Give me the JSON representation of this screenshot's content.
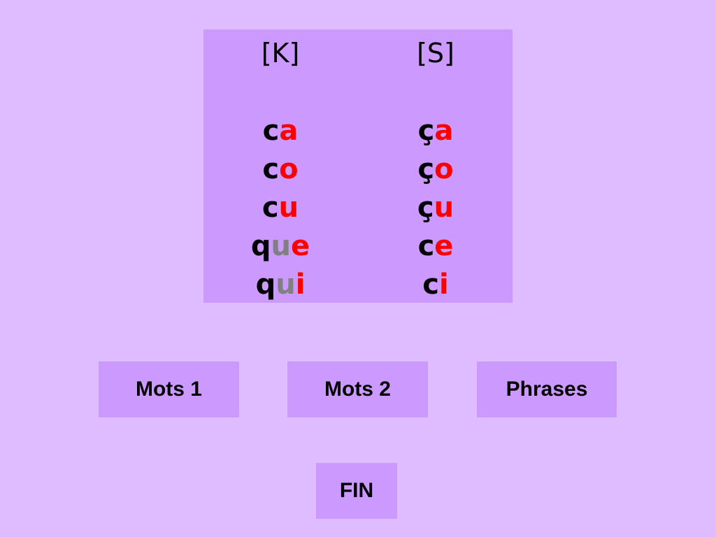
{
  "colors": {
    "background": "#dfbbff",
    "panel": "#cc99ff",
    "consonant": "#000000",
    "vowel": "#ff0000",
    "silent_u": "#808080"
  },
  "table": {
    "k_header": "[K]",
    "s_header": "[S]",
    "k_rows": [
      [
        {
          "t": "c",
          "color": "#000000"
        },
        {
          "t": "a",
          "color": "#ff0000"
        }
      ],
      [
        {
          "t": "c",
          "color": "#000000"
        },
        {
          "t": "o",
          "color": "#ff0000"
        }
      ],
      [
        {
          "t": "c",
          "color": "#000000"
        },
        {
          "t": "u",
          "color": "#ff0000"
        }
      ],
      [
        {
          "t": "q",
          "color": "#000000"
        },
        {
          "t": "u",
          "color": "#808080"
        },
        {
          "t": "e",
          "color": "#ff0000"
        }
      ],
      [
        {
          "t": "q",
          "color": "#000000"
        },
        {
          "t": "u",
          "color": "#808080"
        },
        {
          "t": "i",
          "color": "#ff0000"
        }
      ]
    ],
    "s_rows": [
      [
        {
          "t": "ç",
          "color": "#000000"
        },
        {
          "t": "a",
          "color": "#ff0000"
        }
      ],
      [
        {
          "t": "ç",
          "color": "#000000"
        },
        {
          "t": "o",
          "color": "#ff0000"
        }
      ],
      [
        {
          "t": "ç",
          "color": "#000000"
        },
        {
          "t": "u",
          "color": "#ff0000"
        }
      ],
      [
        {
          "t": "c",
          "color": "#000000"
        },
        {
          "t": "e",
          "color": "#ff0000"
        }
      ],
      [
        {
          "t": "c",
          "color": "#000000"
        },
        {
          "t": "i",
          "color": "#ff0000"
        }
      ]
    ]
  },
  "buttons": {
    "mots1": "Mots 1",
    "mots2": "Mots 2",
    "phrases": "Phrases",
    "fin": "FIN"
  }
}
